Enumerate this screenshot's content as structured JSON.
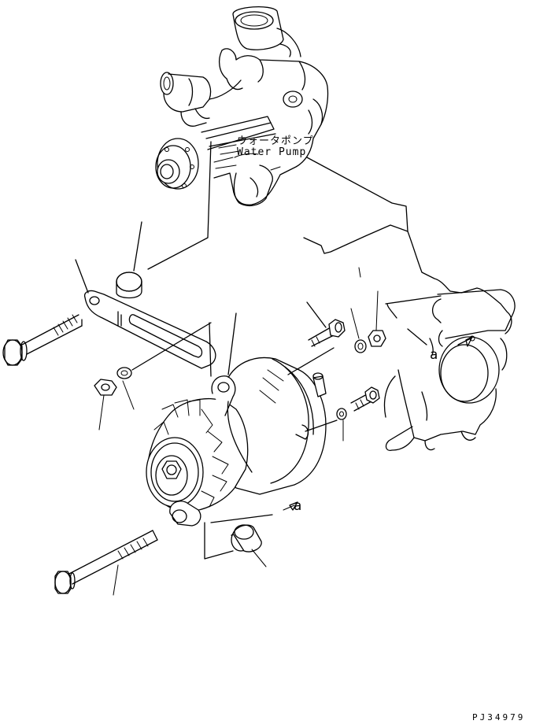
{
  "labels": {
    "water_pump_jp": "ウォータポンプ",
    "water_pump_en": "Water Pump",
    "ref_a_engine": "a",
    "ref_a_arrow": "a",
    "drawing_code": "PJ34979"
  },
  "parts": [
    "water-pump",
    "spacer-upper",
    "adjusting-bracket",
    "long-bolt-upper",
    "nut-left",
    "washer-left",
    "alternator",
    "bolt-short",
    "washer-right",
    "nut-right",
    "bolt-small",
    "washer-small",
    "spacer-lower",
    "long-bolt-lower",
    "engine-block"
  ]
}
